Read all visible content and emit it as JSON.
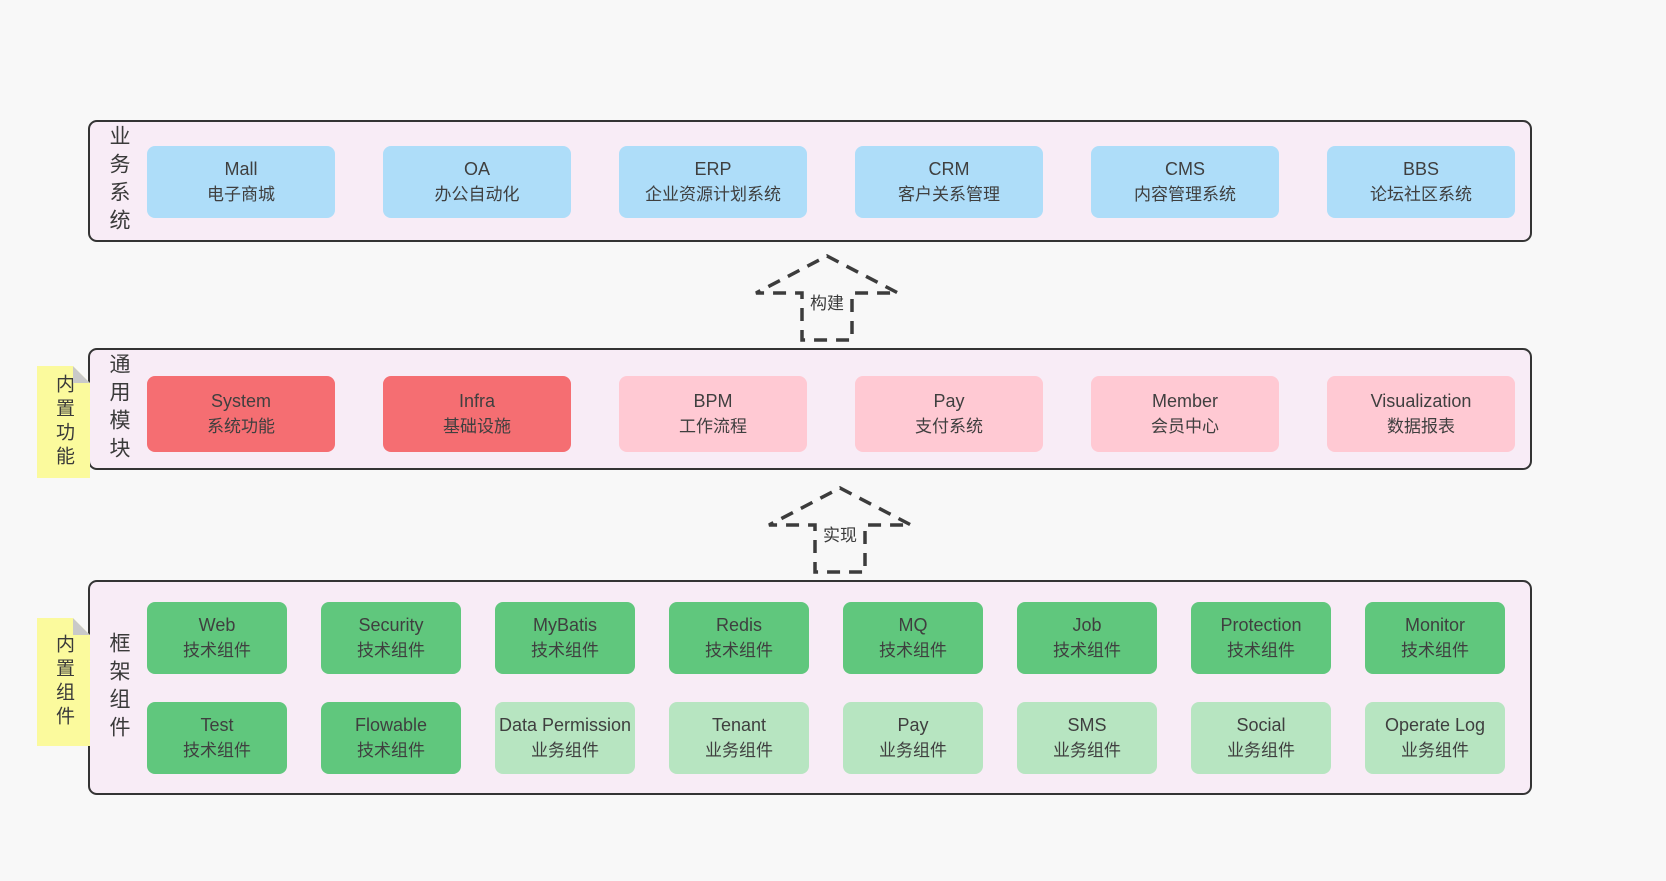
{
  "colors": {
    "page_bg": "#f8f8f8",
    "section_bg": "#f8ecf6",
    "section_border": "#343434",
    "node_blue": "#aeddf9",
    "node_red": "#f56e72",
    "node_pink": "#ffc9d3",
    "node_green": "#60c77d",
    "node_light_green": "#b7e5c1",
    "sticky_yellow": "#fbfa9d",
    "sticky_fold_gray": "#c9c9c9",
    "text": "#3f3f3f"
  },
  "sections": [
    {
      "label": "业务系统",
      "items": [
        {
          "title": "Mall",
          "subtitle": "电子商城"
        },
        {
          "title": "OA",
          "subtitle": "办公自动化"
        },
        {
          "title": "ERP",
          "subtitle": "企业资源计划系统"
        },
        {
          "title": "CRM",
          "subtitle": "客户关系管理"
        },
        {
          "title": "CMS",
          "subtitle": "内容管理系统"
        },
        {
          "title": "BBS",
          "subtitle": "论坛社区系统"
        }
      ]
    },
    {
      "label": "通用模块",
      "sticky": "内置功能",
      "items": [
        {
          "title": "System",
          "subtitle": "系统功能"
        },
        {
          "title": "Infra",
          "subtitle": "基础设施"
        },
        {
          "title": "BPM",
          "subtitle": "工作流程"
        },
        {
          "title": "Pay",
          "subtitle": "支付系统"
        },
        {
          "title": "Member",
          "subtitle": "会员中心"
        },
        {
          "title": "Visualization",
          "subtitle": "数据报表"
        }
      ]
    },
    {
      "label": "框架组件",
      "sticky": "内置组件",
      "rows": [
        [
          {
            "title": "Web",
            "subtitle": "技术组件"
          },
          {
            "title": "Security",
            "subtitle": "技术组件"
          },
          {
            "title": "MyBatis",
            "subtitle": "技术组件"
          },
          {
            "title": "Redis",
            "subtitle": "技术组件"
          },
          {
            "title": "MQ",
            "subtitle": "技术组件"
          },
          {
            "title": "Job",
            "subtitle": "技术组件"
          },
          {
            "title": "Protection",
            "subtitle": "技术组件"
          },
          {
            "title": "Monitor",
            "subtitle": "技术组件"
          }
        ],
        [
          {
            "title": "Test",
            "subtitle": "技术组件"
          },
          {
            "title": "Flowable",
            "subtitle": "技术组件"
          },
          {
            "title": "Data Permission",
            "subtitle": "业务组件"
          },
          {
            "title": "Tenant",
            "subtitle": "业务组件"
          },
          {
            "title": "Pay",
            "subtitle": "业务组件"
          },
          {
            "title": "SMS",
            "subtitle": "业务组件"
          },
          {
            "title": "Social",
            "subtitle": "业务组件"
          },
          {
            "title": "Operate Log",
            "subtitle": "业务组件"
          }
        ]
      ]
    }
  ],
  "arrows": [
    {
      "label": "构建"
    },
    {
      "label": "实现"
    }
  ]
}
